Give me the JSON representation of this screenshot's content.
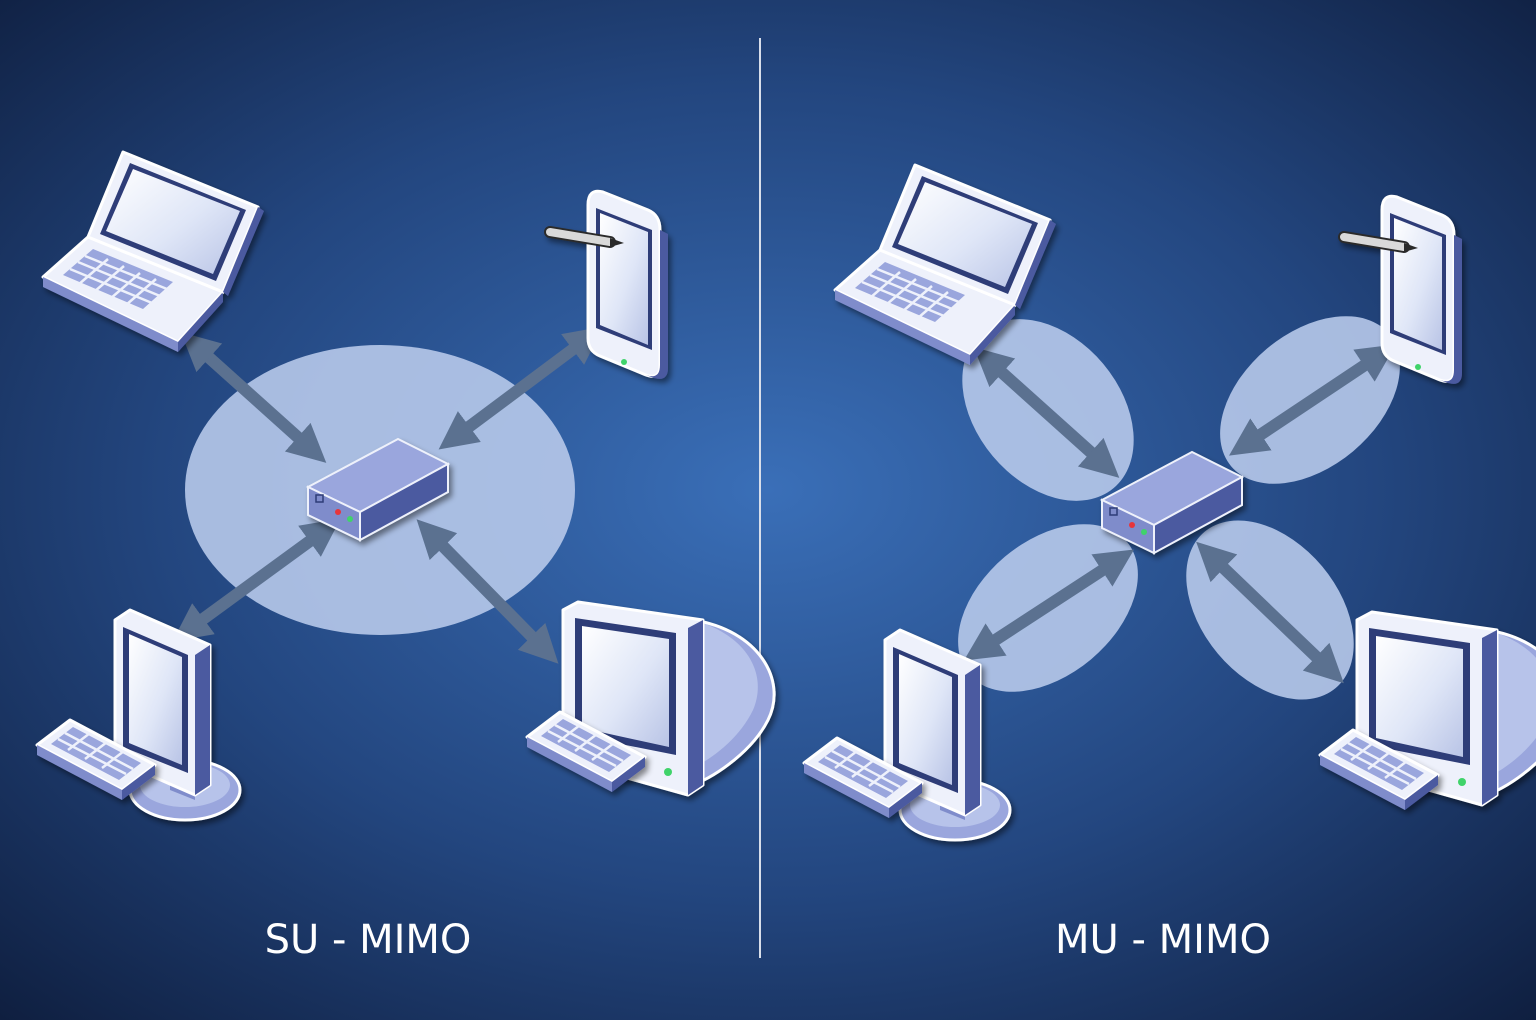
{
  "colors": {
    "bg_center": "#3a6fb8",
    "bg_edge": "#0f1f40",
    "coverage": "#b7c9ea",
    "arrow": "#5b7190",
    "device_light": "#eef1fb",
    "device_mid": "#9aa6dd",
    "device_dark": "#4c5aa0",
    "divider": "#d8deea"
  },
  "panels": [
    {
      "id": "su",
      "label": "SU - MIMO"
    },
    {
      "id": "mu",
      "label": "MU - MIMO"
    }
  ],
  "icons": [
    "laptop-icon",
    "tablet-pen-icon",
    "router-icon",
    "lcd-desktop-icon",
    "crt-desktop-icon",
    "keyboard-icon",
    "double-arrow-icon"
  ]
}
